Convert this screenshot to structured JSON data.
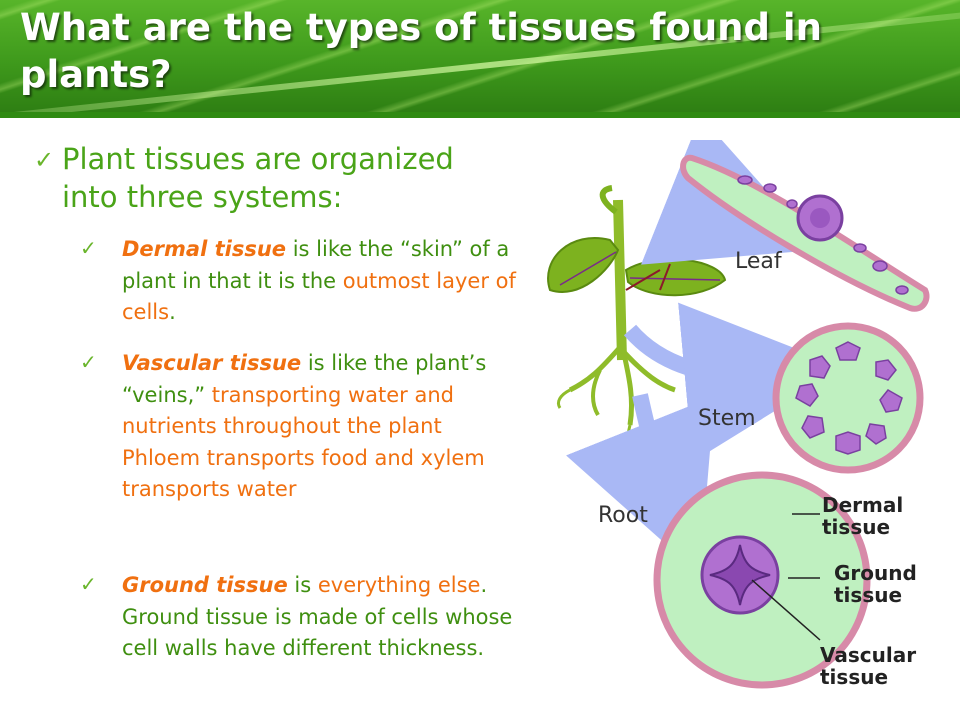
{
  "slide": {
    "title": "What are the types of tissues found in plants?",
    "intro": "Plant tissues are organized into three systems:",
    "items": [
      {
        "term": "Dermal tissue",
        "text_a": " is like the “skin” of a plant in that it is the ",
        "highlight": "outmost layer of cells",
        "text_b": "."
      },
      {
        "term": "Vascular tissue",
        "text_a": " is like the plant’s “veins,” ",
        "highlight": "transporting water and nutrients throughout the plant Phloem transports food and xylem transports water",
        "text_b": ""
      },
      {
        "term": "Ground tissue",
        "text_a": " is ",
        "highlight": "everything else",
        "text_b": ". Ground tissue is made of cells whose cell walls have different thickness."
      }
    ]
  },
  "diagram": {
    "labels": {
      "leaf": "Leaf",
      "stem": "Stem",
      "root": "Root",
      "dermal_1": "Dermal",
      "dermal_2": "tissue",
      "ground_1": "Ground",
      "ground_2": "tissue",
      "vascular_1": "Vascular",
      "vascular_2": "tissue"
    },
    "colors": {
      "ground": "#bff0c0",
      "dermal": "#e8a8c0",
      "vascular": "#b070d0",
      "arrow": "#a9b8f5",
      "plant": "#8fbc2a"
    }
  }
}
